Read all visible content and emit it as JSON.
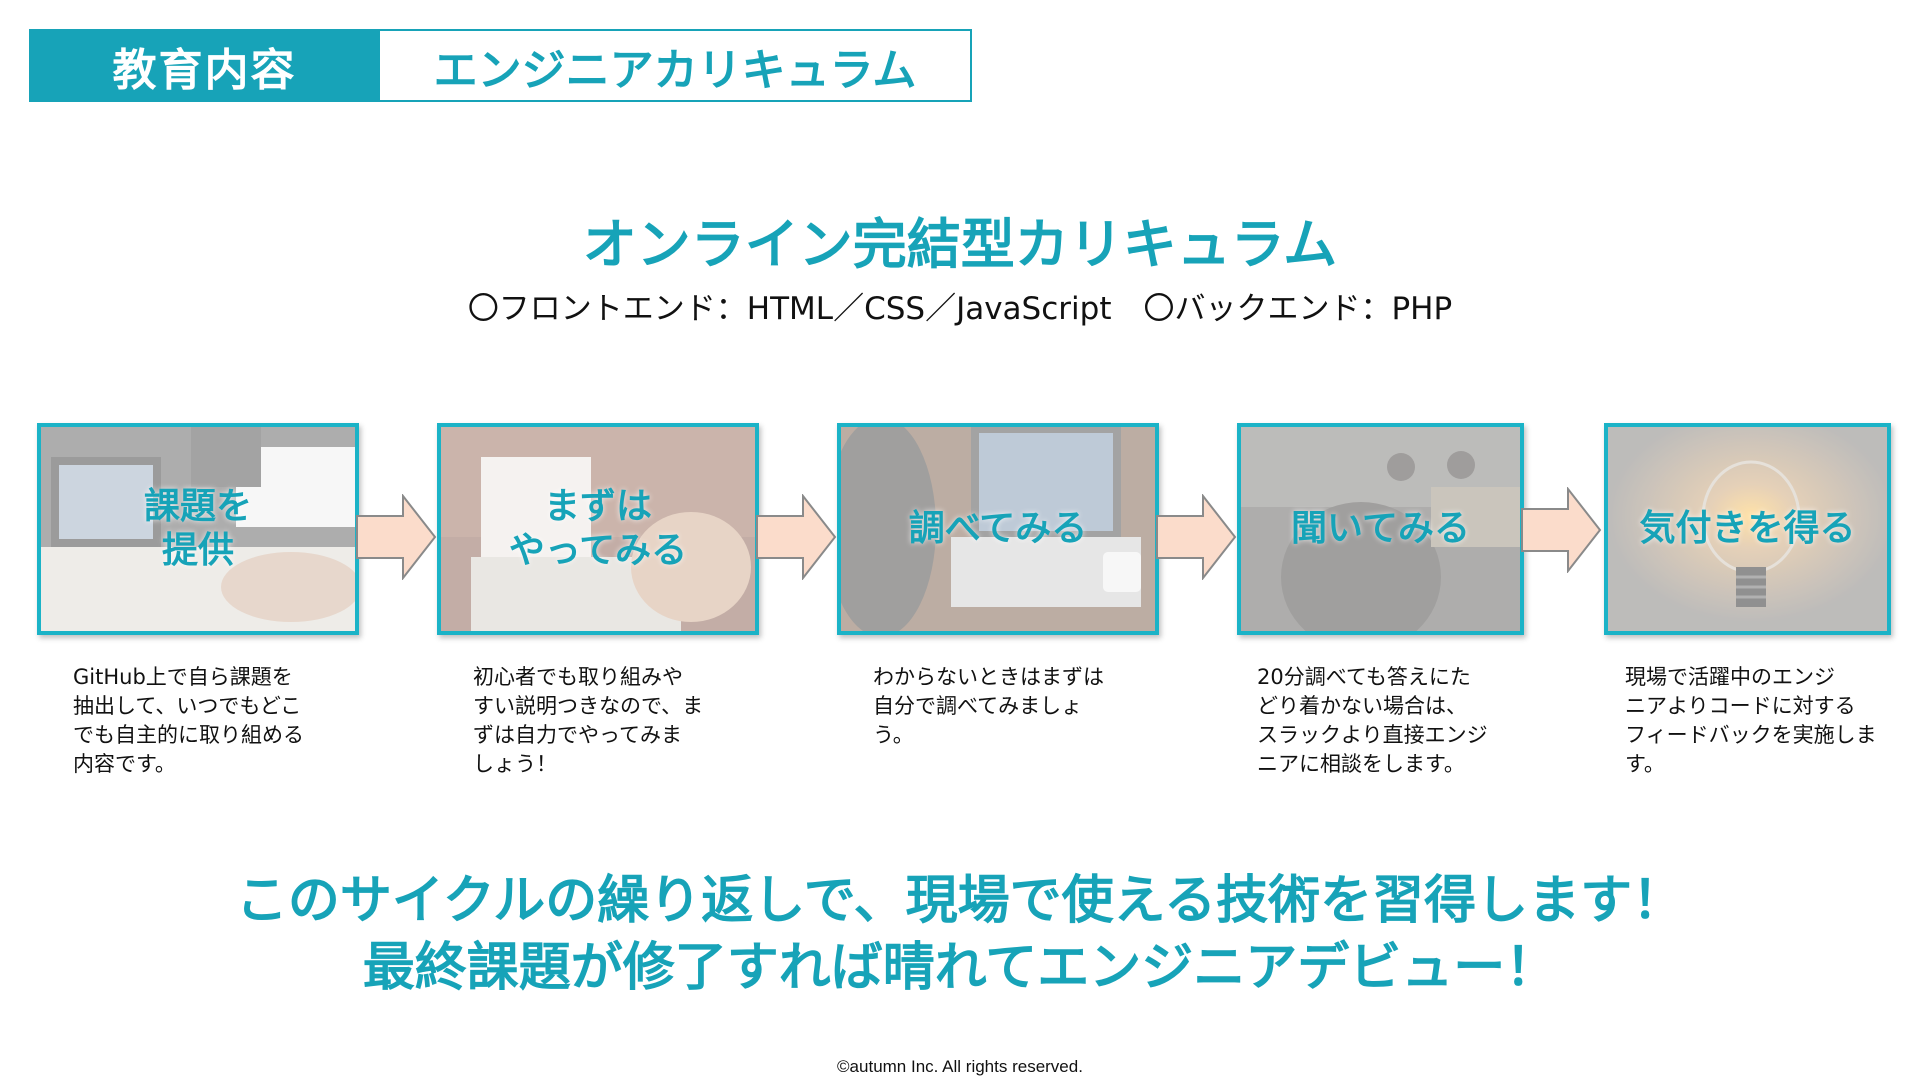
{
  "header": {
    "tag": "教育内容",
    "title": "エンジニアカリキュラム"
  },
  "main_title": "オンライン完結型カリキュラム",
  "tracks": [
    "〇フロントエンド：HTML／CSS／JavaScript",
    "〇バックエンド：PHP"
  ],
  "steps": [
    {
      "label": "課題を\n提供",
      "description": "GitHub上で自ら課題を\n抽出して、いつでもどこ\nでも自主的に取り組める\n内容です。"
    },
    {
      "label": "まずは\nやってみる",
      "description": "初心者でも取り組みや\nすい説明つきなので、ま\nずは自力でやってみま\nしょう！"
    },
    {
      "label": "調べてみる",
      "description": "わからないときはまずは\n自分で調べてみましょ\nう。"
    },
    {
      "label": "聞いてみる",
      "description": "20分調べても答えにた\nどり着かない場合は、\nスラックより直接エンジ\nニアに相談をします。"
    },
    {
      "label": "気付きを得る",
      "description": "現場で活躍中のエンジ\nニアよりコードに対する\nフィードバックを実施しま\nす。"
    }
  ],
  "closing": {
    "line1": "このサイクルの繰り返しで、現場で使える技術を習得します！",
    "line2": "最終課題が修了すれば晴れてエンジニアデビュー！"
  },
  "footer": "©autumn Inc. All rights reserved.",
  "colors": {
    "accent": "#17a3b8",
    "card_border": "#1bb3c7",
    "arrow_fill": "#fbdccb",
    "arrow_stroke": "#8a8a8a"
  }
}
